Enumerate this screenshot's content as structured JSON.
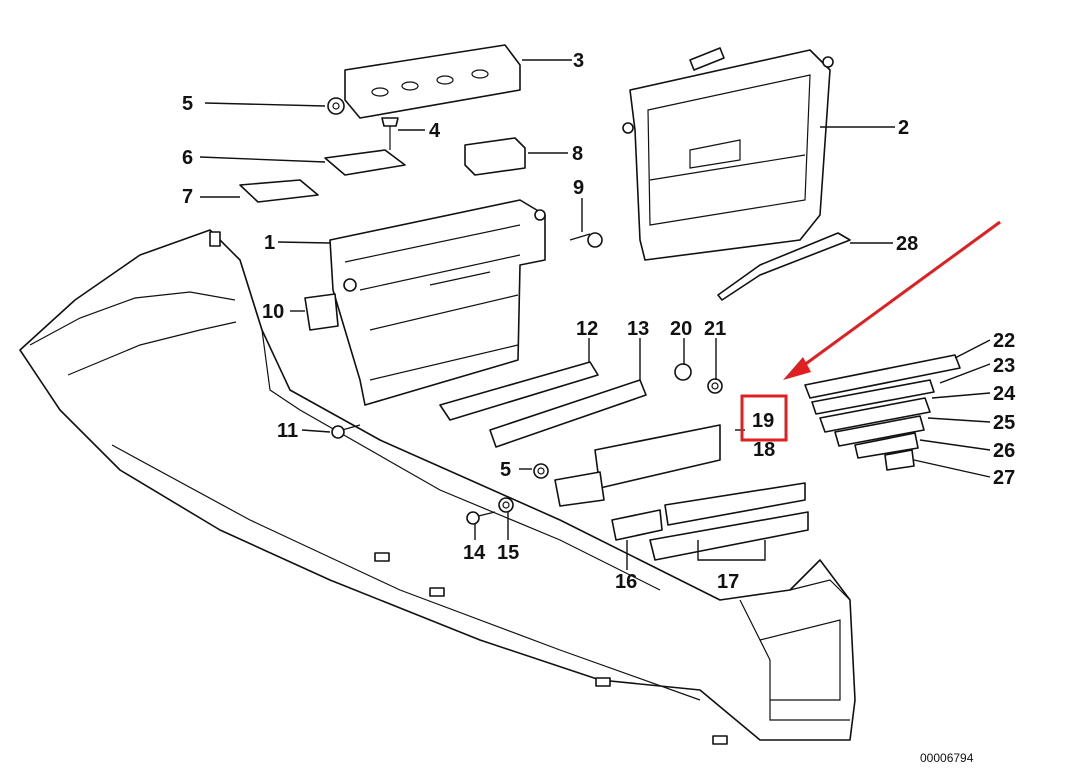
{
  "diagram_id": "00006794",
  "part_labels": [
    "1",
    "2",
    "3",
    "4",
    "5",
    "6",
    "7",
    "8",
    "9",
    "10",
    "11",
    "12",
    "13",
    "14",
    "15",
    "16",
    "17",
    "18",
    "19",
    "20",
    "21",
    "22",
    "23",
    "24",
    "25",
    "26",
    "27",
    "28"
  ],
  "second_label_5": "5",
  "highlight": {
    "label": "19",
    "box_color": "#e02020",
    "arrow_color": "#e02020"
  }
}
